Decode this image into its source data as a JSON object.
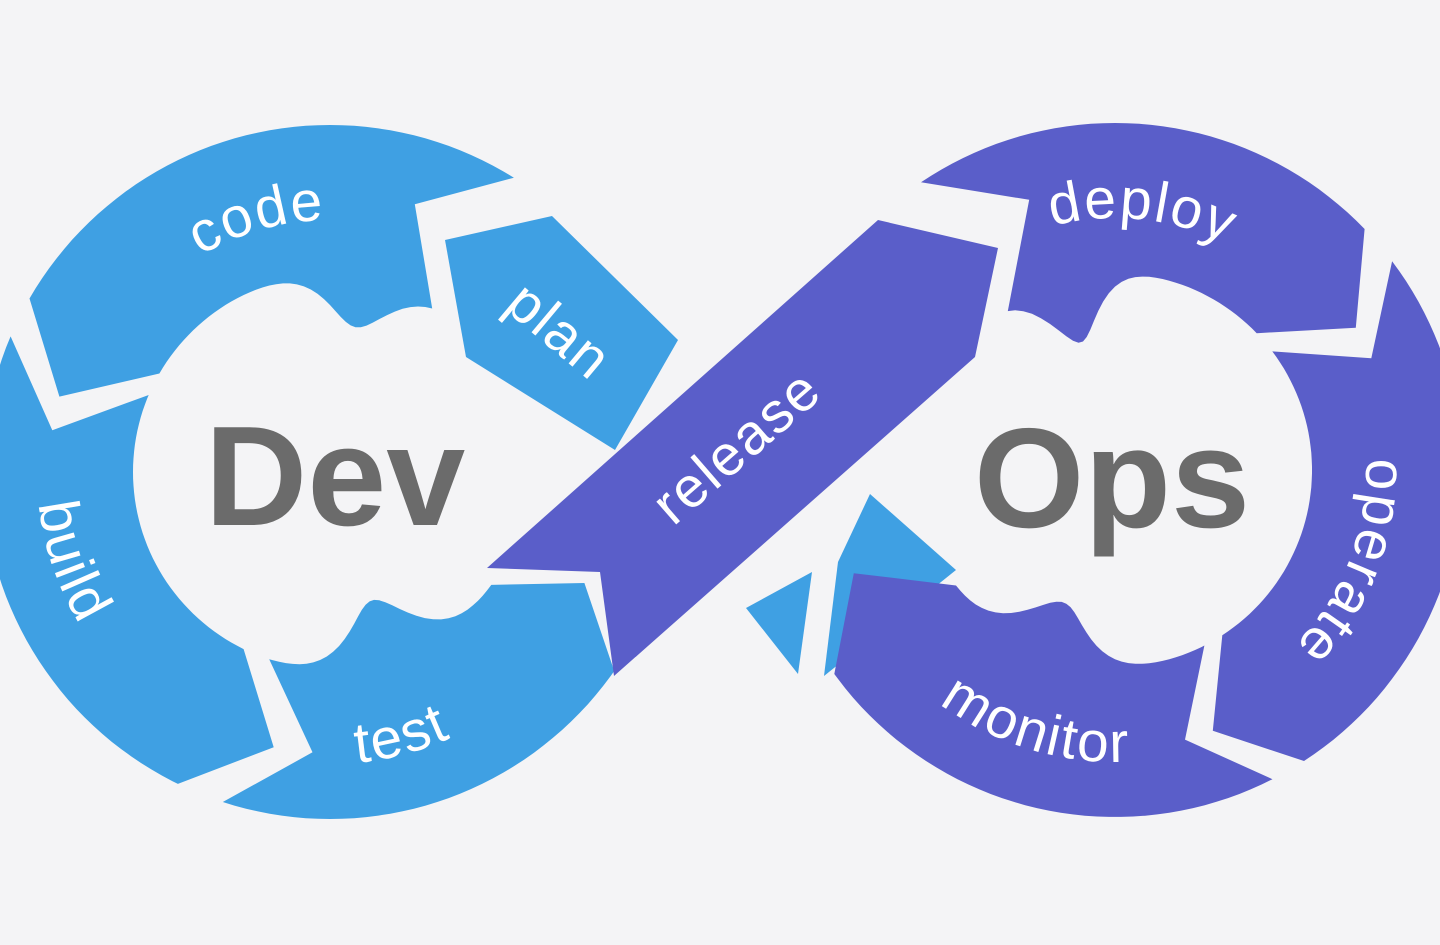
{
  "diagram": {
    "background_color": "#F4F4F6",
    "colors": {
      "dev_blue": "#3FA0E3",
      "ops_purple": "#5A5EC9",
      "segment_label": "#FFFFFF",
      "loop_name_gray": "#6B6B6B"
    },
    "left_loop": {
      "name": "Dev",
      "segments": [
        {
          "label": "plan"
        },
        {
          "label": "code"
        },
        {
          "label": "build"
        },
        {
          "label": "test"
        }
      ]
    },
    "right_loop": {
      "name": "Ops",
      "segments": [
        {
          "label": "deploy"
        },
        {
          "label": "operate"
        },
        {
          "label": "monitor"
        }
      ]
    },
    "ribbon": {
      "label": "release"
    }
  }
}
